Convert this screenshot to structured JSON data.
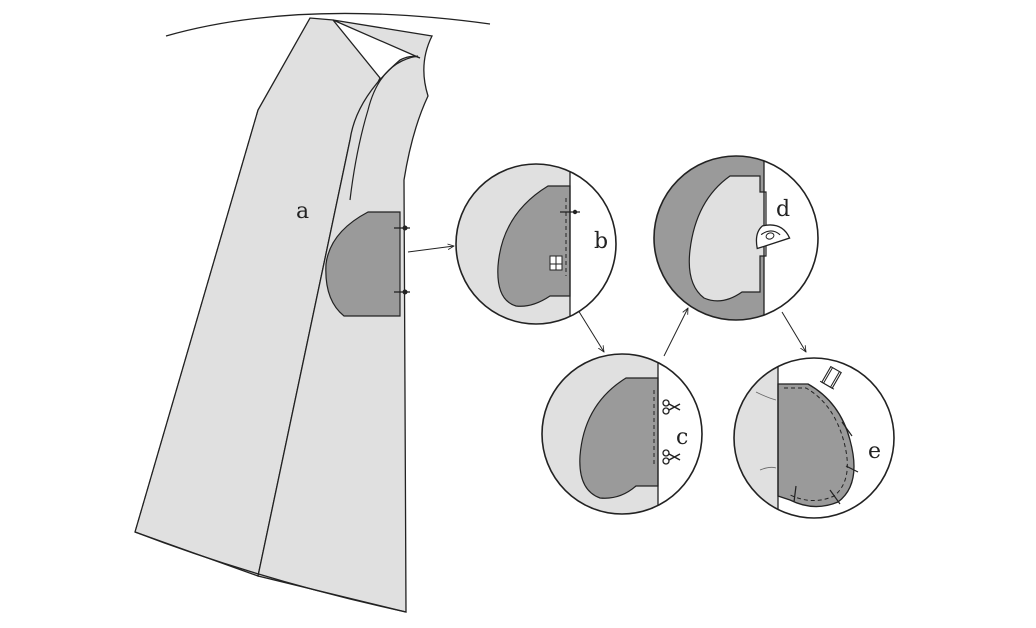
{
  "labels": {
    "a": "a",
    "b": "b",
    "c": "c",
    "d": "d",
    "e": "e"
  },
  "colors": {
    "garment_fill": "#e0e0e0",
    "pocket_fill": "#9a9a9a",
    "outline": "#222222",
    "background": "#ffffff"
  },
  "icons": [
    "pin-icon",
    "presser-foot-icon",
    "scissors-icon",
    "iron-icon",
    "arrow-icon"
  ],
  "step_sequence": [
    "a",
    "b",
    "c",
    "d",
    "e"
  ]
}
